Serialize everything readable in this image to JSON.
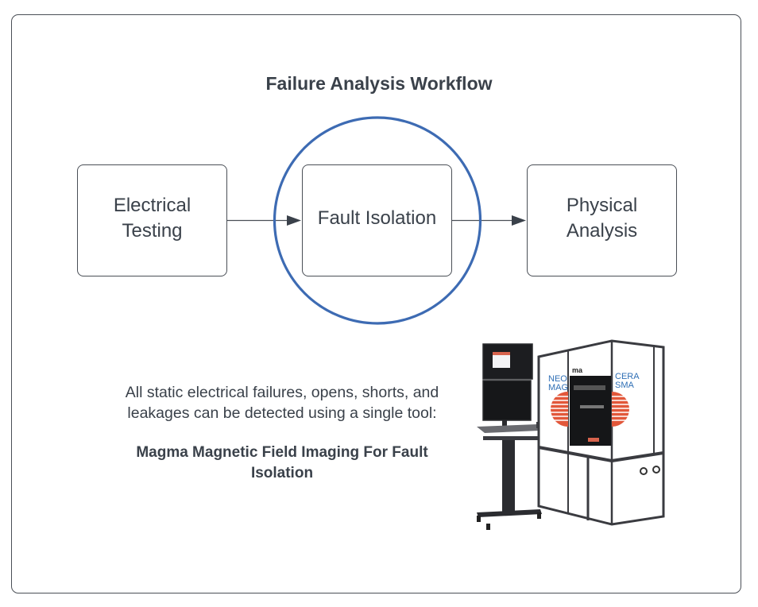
{
  "diagram": {
    "title": "Failure Analysis Workflow",
    "steps": [
      {
        "label": "Electrical Testing",
        "highlighted": false
      },
      {
        "label": "Fault Isolation",
        "highlighted": true
      },
      {
        "label": "Physical Analysis",
        "highlighted": false
      }
    ],
    "connections": [
      {
        "from": "Electrical Testing",
        "to": "Fault Isolation"
      },
      {
        "from": "Fault Isolation",
        "to": "Physical Analysis"
      }
    ],
    "highlight_color": "#3d6bb3",
    "description": "All static electrical failures, opens, shorts, and leakages can be detected using a single tool:",
    "tool_name": "Magma Magnetic Field Imaging For Fault Isolation",
    "image": {
      "subject": "magma-fault-isolation-machine",
      "brand_text_left": "NEO MAG",
      "brand_text_right": "CERA SMA",
      "brand_color": "#2f6fb5",
      "accent_color": "#e2573a"
    }
  }
}
